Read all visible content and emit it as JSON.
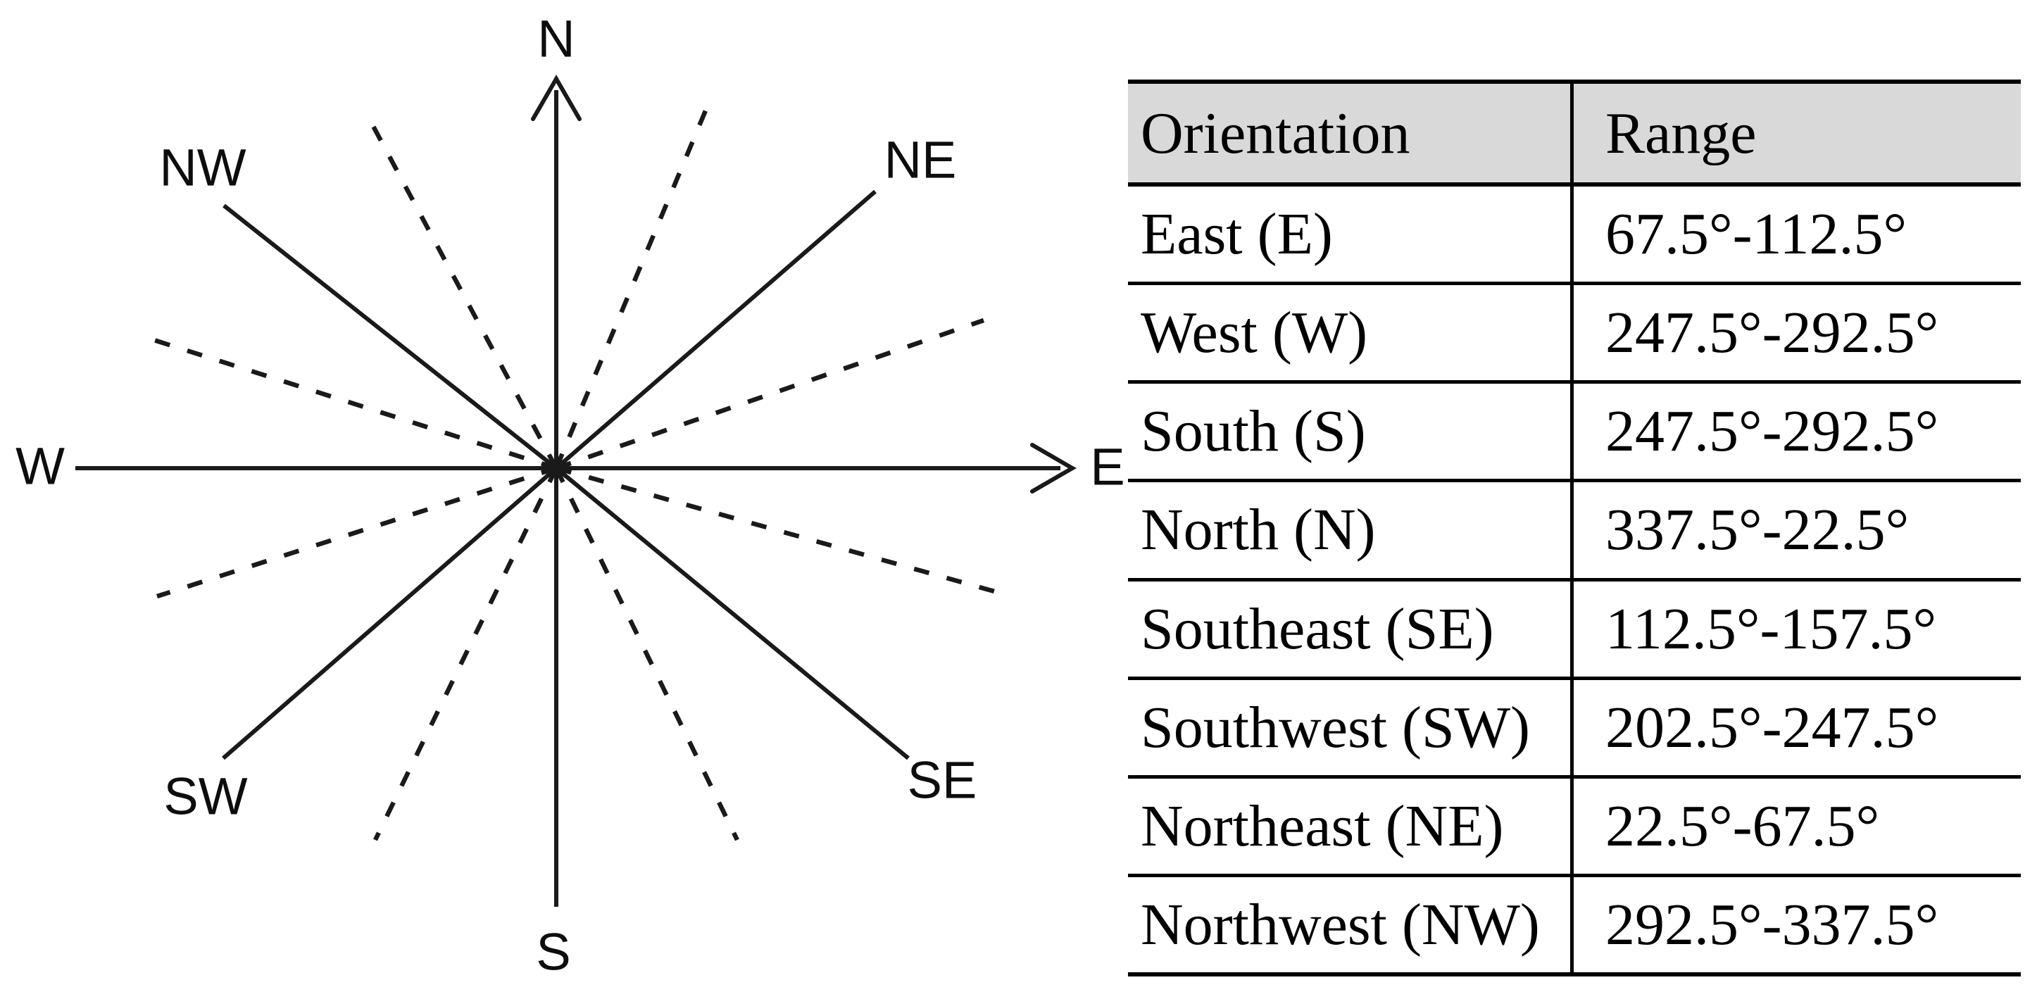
{
  "compass": {
    "labels": {
      "n": "N",
      "ne": "NE",
      "e": "E",
      "se": "SE",
      "s": "S",
      "sw": "SW",
      "w": "W",
      "nw": "NW"
    },
    "line_color": "#1a1a1a"
  },
  "table": {
    "header_bg": "#d9d9d9",
    "headers": {
      "orientation": "Orientation",
      "range": "Range"
    },
    "rows": [
      {
        "orientation": "East (E)",
        "range": "67.5°-112.5°"
      },
      {
        "orientation": "West (W)",
        "range": "247.5°-292.5°"
      },
      {
        "orientation": "South (S)",
        "range": "247.5°-292.5°"
      },
      {
        "orientation": "North (N)",
        "range": "337.5°-22.5°"
      },
      {
        "orientation": "Southeast (SE)",
        "range": "112.5°-157.5°"
      },
      {
        "orientation": "Southwest (SW)",
        "range": "202.5°-247.5°"
      },
      {
        "orientation": "Northeast (NE)",
        "range": "22.5°-67.5°"
      },
      {
        "orientation": "Northwest (NW)",
        "range": "292.5°-337.5°"
      }
    ]
  }
}
